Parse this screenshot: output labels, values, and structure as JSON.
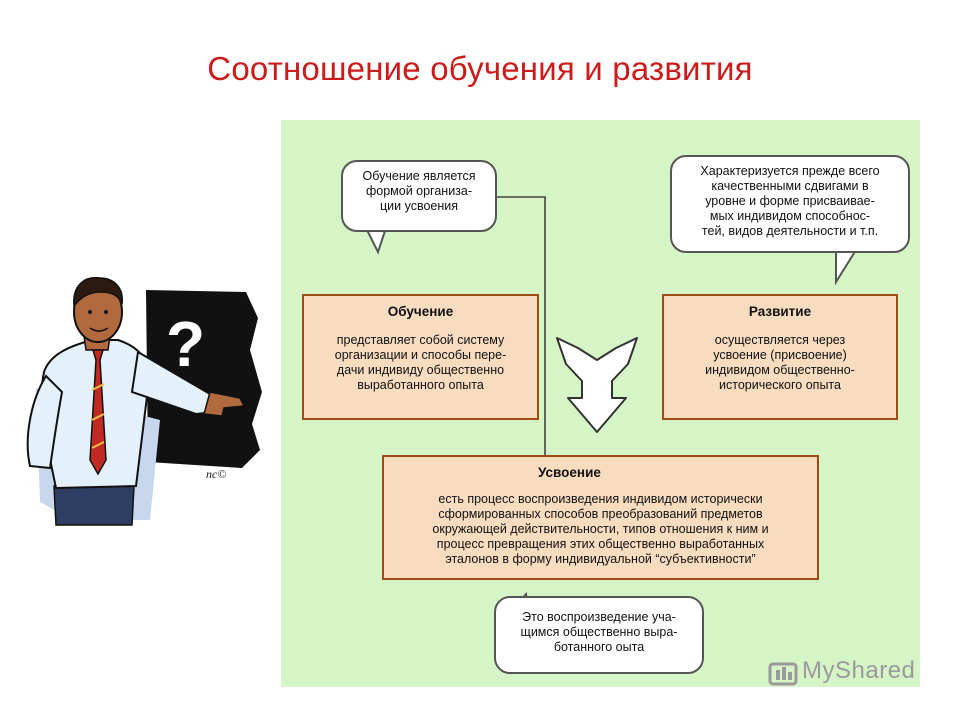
{
  "title": "Соотношение обучения и развития",
  "boxes": {
    "learning": {
      "head": "Обучение",
      "body": "представляет собой систему\nорганизации и способы пере-\nдачи индивиду общественно\nвыработанного опыта"
    },
    "development": {
      "head": "Развитие",
      "body": "осуществляется через\nусвоение (присвоение)\nиндивидом общественно-\nисторического опыта"
    },
    "assimilation": {
      "head": "Усвоение",
      "body": "есть процесс воспроизведения индивидом исторически\nсформированных способов преобразований предметов\nокружающей действительности, типов отношения к ним и\nпроцесс превращения этих общественно выработанных\nэталонов в форму индивидуальной “субъективности”"
    }
  },
  "bubbles": {
    "left": "Обучение является\nформой организа-\nции усвоения",
    "right": "Характеризуется прежде всего\nкачественными сдвигами в\nуровне и форме присваивае-\nмых индивидом способнос-\nтей, видов деятельности и т.п.",
    "bottom": "Это воспроизведение уча-\nщимся общественно выра-\nботанного оыта"
  },
  "illustration": {
    "board_symbol": "?",
    "signature": "nc©"
  },
  "watermark": "MyShared",
  "colors": {
    "title": "#cc1b1b",
    "panel": "#d6f5c6",
    "box_fill": "#f7dcc0",
    "box_border": "#a04a16"
  }
}
